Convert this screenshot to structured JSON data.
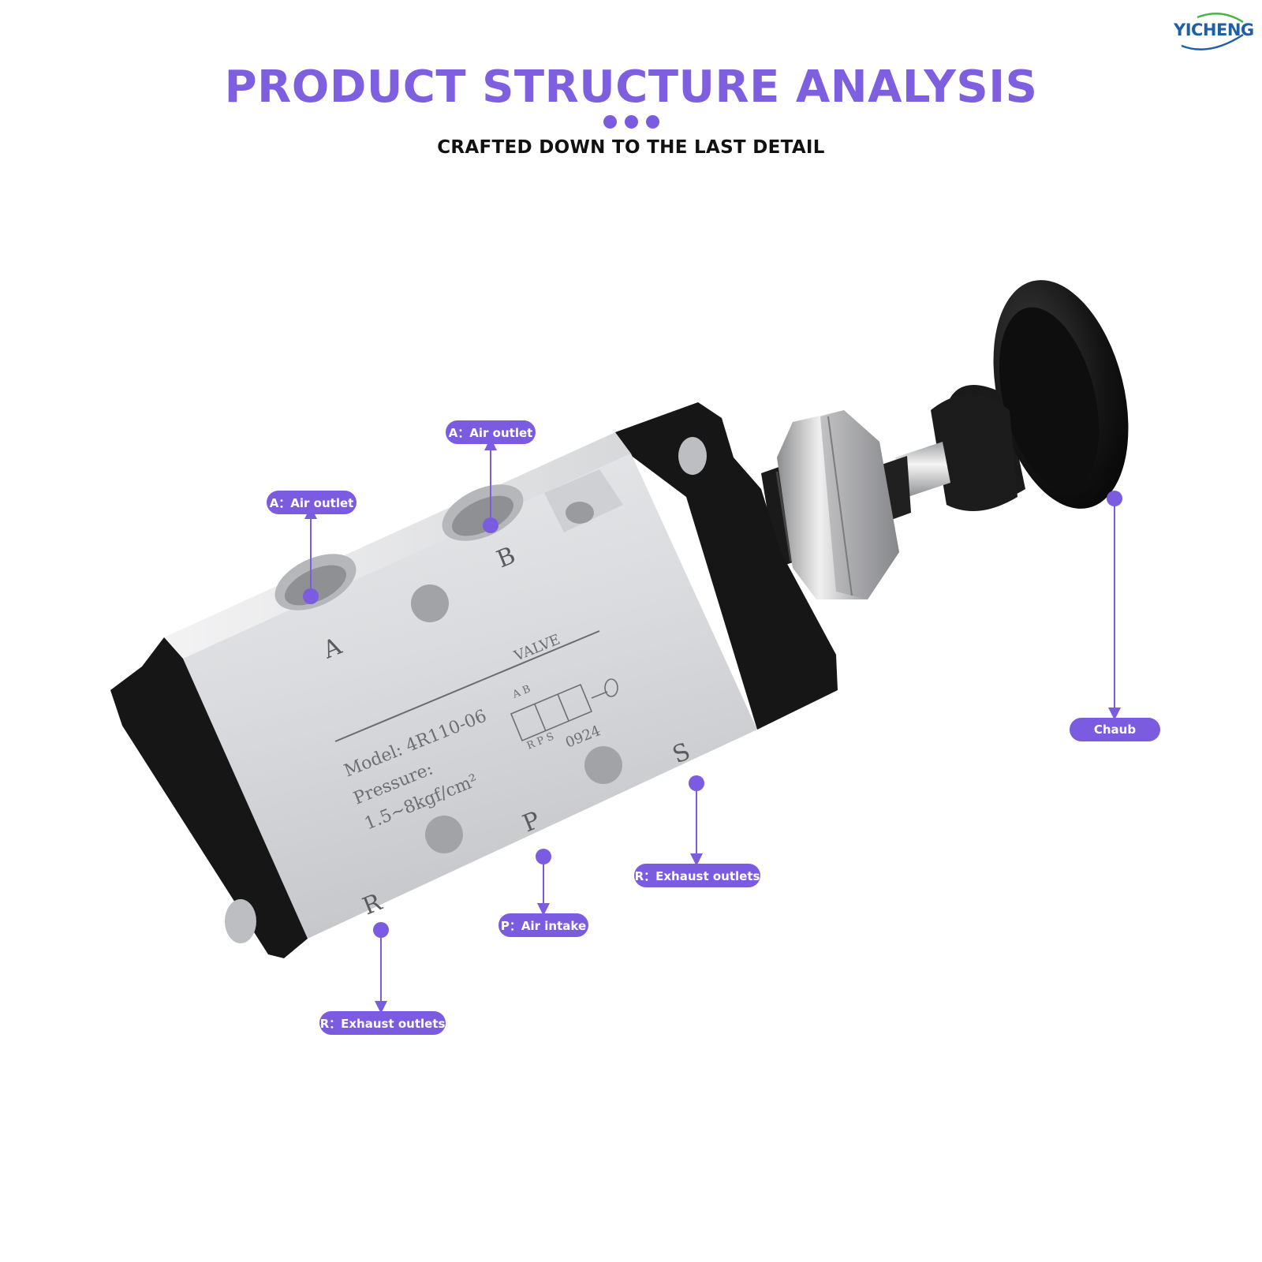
{
  "brand": {
    "logo_text": "YICHENG"
  },
  "header": {
    "title": "PRODUCT STRUCTURE ANALYSIS",
    "subtitle": "CRAFTED DOWN TO THE LAST DETAIL"
  },
  "product": {
    "port_labels": {
      "a": "A",
      "b": "B",
      "p": "P",
      "r": "R",
      "s": "S"
    },
    "plate": {
      "valve": "VALVE",
      "model": "Model: 4R110-06",
      "pressure": "Pressure:",
      "pressure_value": "1.5~8kgf/cm²",
      "schematic_ports_top": "A B",
      "schematic_ports_bottom": "R P S",
      "code": "0924"
    }
  },
  "callouts": {
    "a_outlet_left": "A：Air outlet",
    "a_outlet_top": "A：Air outlet",
    "chaub": "Chaub",
    "exhaust_right": "R：Exhaust outlets",
    "air_intake": "P：Air intake",
    "exhaust_left": "R：Exhaust outlets"
  },
  "colors": {
    "accent": "#7b5ce1",
    "title": "#7d5fe0",
    "body_aluminum": "#dcdde0",
    "end_cap": "#161616",
    "logo": "#1f5fa8"
  }
}
